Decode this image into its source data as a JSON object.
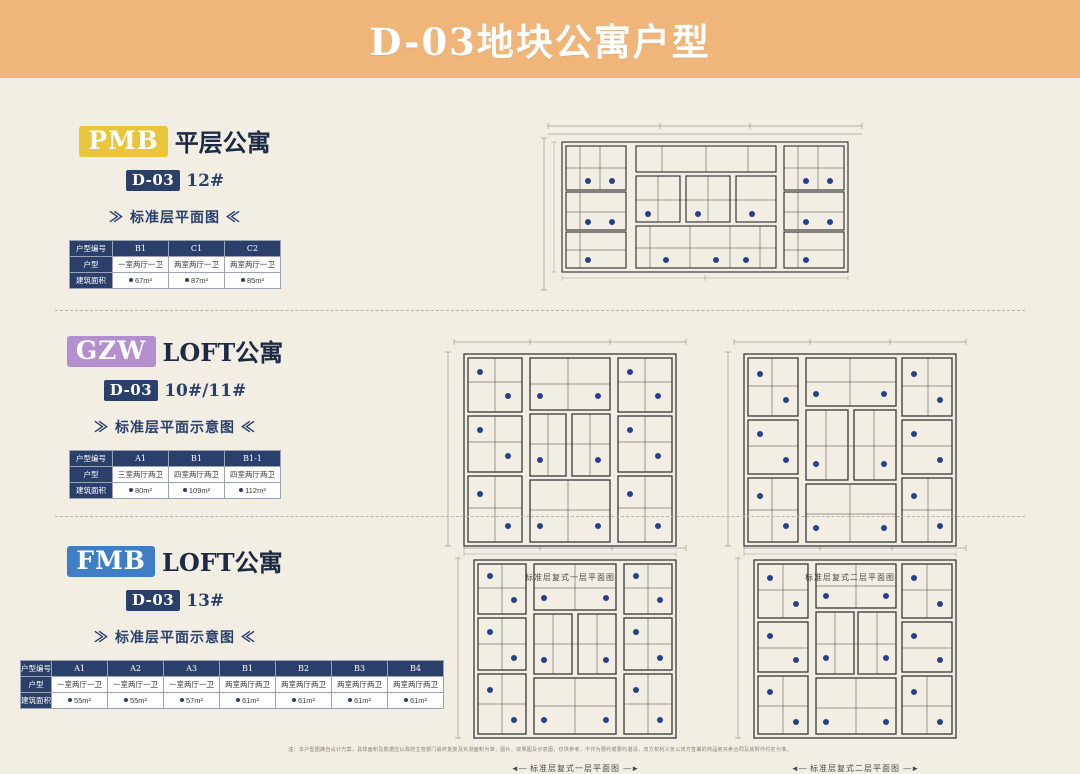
{
  "header": {
    "title": "D-03地块公寓户型"
  },
  "sections": [
    {
      "badge": "PMB",
      "badge_color": "#e8c53a",
      "title": "平层公寓",
      "plot_tag": "D-03",
      "building_no": "12#",
      "plan_label": "≫ 标准层平面图 ≪",
      "table": {
        "rows": [
          "户型编号",
          "户型",
          "建筑面积"
        ],
        "columns": [
          "B1",
          "C1",
          "C2"
        ],
        "unit_types": [
          "一室两厅一卫",
          "两室两厅一卫",
          "两室两厅一卫"
        ],
        "areas": [
          "67m²",
          "87m²",
          "85m²"
        ]
      },
      "plans": [
        {
          "caption": ""
        }
      ]
    },
    {
      "badge": "GZW",
      "badge_color": "#b48fd0",
      "title": "LOFT公寓",
      "plot_tag": "D-03",
      "building_no": "10#/11#",
      "plan_label": "≫ 标准层平面示意图 ≪",
      "table": {
        "rows": [
          "户型编号",
          "户型",
          "建筑面积"
        ],
        "columns": [
          "A1",
          "B1",
          "B1-1"
        ],
        "unit_types": [
          "三室两厅两卫",
          "四室两厅两卫",
          "四室两厅两卫"
        ],
        "areas": [
          "80m²",
          "109m²",
          "112m²"
        ]
      },
      "plans": [
        {
          "caption": "标准层复式一层平面图"
        },
        {
          "caption": "标准层复式二层平面图"
        }
      ]
    },
    {
      "badge": "FMB",
      "badge_color": "#3f7ec4",
      "title": "LOFT公寓",
      "plot_tag": "D-03",
      "building_no": "13#",
      "plan_label": "≫ 标准层平面示意图 ≪",
      "table": {
        "rows": [
          "户型编号",
          "户型",
          "建筑面积"
        ],
        "columns": [
          "A1",
          "A2",
          "A3",
          "B1",
          "B2",
          "B3",
          "B4"
        ],
        "unit_types": [
          "一室两厅一卫",
          "一室两厅一卫",
          "一室两厅一卫",
          "两室两厅两卫",
          "两室两厅两卫",
          "两室两厅两卫",
          "两室两厅两卫"
        ],
        "areas": [
          "55m²",
          "55m²",
          "57m²",
          "61m²",
          "61m²",
          "61m²",
          "61m²"
        ]
      },
      "plans": [
        {
          "caption": "标准层复式一层平面图"
        },
        {
          "caption": "标准层复式二层平面图"
        }
      ]
    }
  ],
  "footnote": {
    "label": "注：",
    "text": "本户型图摘自设计方案，具体面积及数据应以政府主管部门最终批复及实测面积为准，图片、效果图及示意图，仅供参考，不作为要约或要约邀请，双方权利义务以双方签署的商品房买卖合同及其附件约定为准。"
  }
}
